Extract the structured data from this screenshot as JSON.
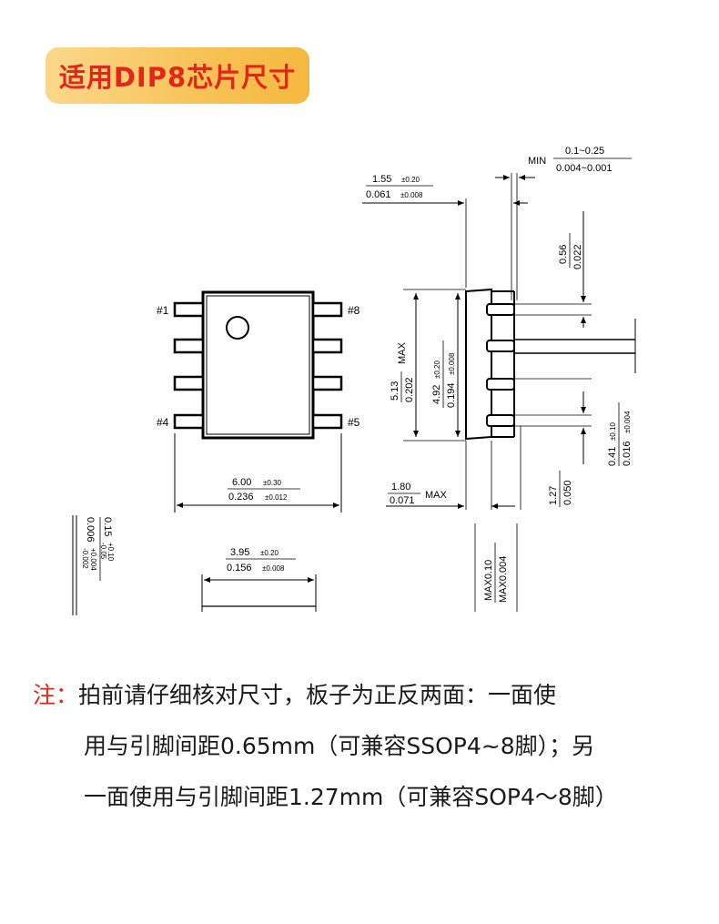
{
  "title": "适用DIP8芯片尺寸",
  "pins": {
    "p1": "#1",
    "p8": "#8",
    "p4": "#4",
    "p5": "#5"
  },
  "dims": {
    "width_top": "6.00",
    "width_top_tol": "±0.30",
    "width_bot": "0.236",
    "width_bot_tol": "±0.012",
    "body_top": "3.95",
    "body_top_tol": "±0.20",
    "body_bot": "0.156",
    "body_bot_tol": "±0.008",
    "thick_top": "0.15",
    "thick_top_tol": "+0.10\n-0.05",
    "thick_bot": "0.006",
    "thick_bot_tol": "+0.004\n-0.002",
    "lead_top": "1.55",
    "lead_top_tol": "±0.20",
    "lead_bot": "0.061",
    "lead_bot_tol": "±0.008",
    "min_label": "MIN",
    "min_top": "0.1~0.25",
    "min_bot": "0.004~0.001",
    "w056_top": "0.56",
    "w056_bot": "0.022",
    "h513_top": "5.13",
    "h513_bot": "0.202",
    "max_label": "MAX",
    "h492_top": "4.92",
    "h492_tol": "±0.20",
    "h492_bot": "0.194",
    "h492_bot_tol": "±0.008",
    "w041_top": "0.41",
    "w041_tol": "±0.10",
    "w041_bot": "0.016",
    "w041_bot_tol": "±0.004",
    "pitch_top": "1.27",
    "pitch_bot": "0.050",
    "h180_top": "1.80",
    "h180_bot": "0.071",
    "max010_top": "MAX0.10",
    "max010_bot": "MAX0.004"
  },
  "note": {
    "prefix": "注：",
    "line1": "拍前请仔细核对尺寸，板子为正反两面：一面使",
    "line2": "用与引脚间距0.65mm（可兼容SSOP4~8脚）；另",
    "line3": "一面使用与引脚间距1.27mm（可兼容SOP4～8脚）"
  }
}
